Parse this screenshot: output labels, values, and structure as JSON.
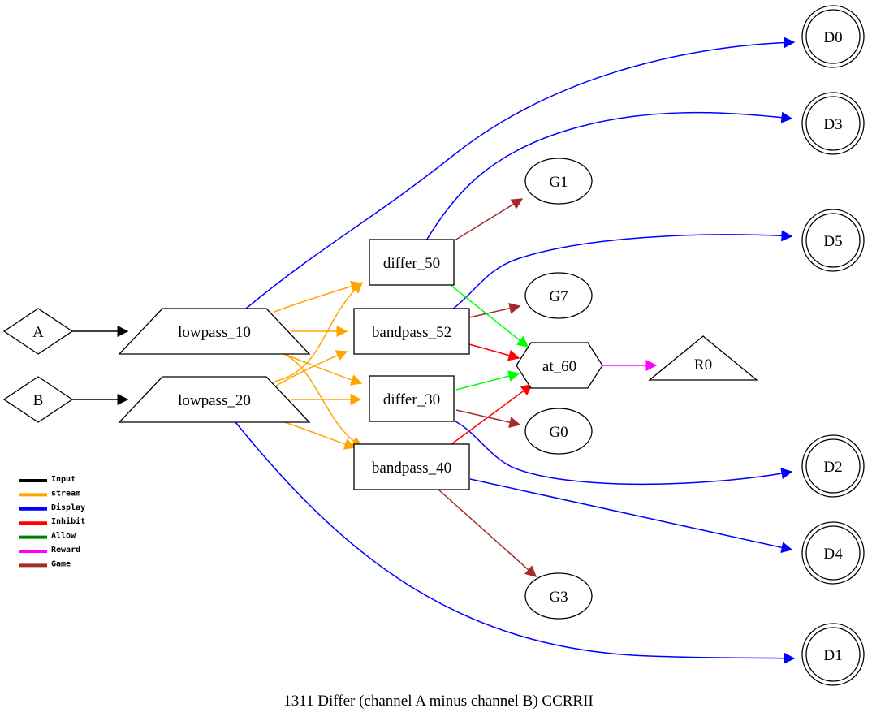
{
  "caption": "1311 Differ   (channel A minus channel B) CCRRII",
  "colors": {
    "input": "#000000",
    "stream": "#ffa500",
    "display": "#0000ff",
    "inhibit": "#ff0000",
    "allow": "#00ff00",
    "reward": "#ff00ff",
    "game": "#a52a2a"
  },
  "legend": [
    {
      "label": "Input",
      "color": "#000000"
    },
    {
      "label": "stream",
      "color": "#ffa500"
    },
    {
      "label": "Display",
      "color": "#0000ff"
    },
    {
      "label": "Inhibit",
      "color": "#ff0000"
    },
    {
      "label": "Allow",
      "color": "#008000"
    },
    {
      "label": "Reward",
      "color": "#ff00ff"
    },
    {
      "label": "Game",
      "color": "#a52a2a"
    }
  ],
  "nodes": {
    "A": {
      "label": "A",
      "shape": "diamond"
    },
    "B": {
      "label": "B",
      "shape": "diamond"
    },
    "lowpass_10": {
      "label": "lowpass_10",
      "shape": "trapezium"
    },
    "lowpass_20": {
      "label": "lowpass_20",
      "shape": "trapezium"
    },
    "differ_50": {
      "label": "differ_50",
      "shape": "box"
    },
    "bandpass_52": {
      "label": "bandpass_52",
      "shape": "box"
    },
    "differ_30": {
      "label": "differ_30",
      "shape": "box"
    },
    "bandpass_40": {
      "label": "bandpass_40",
      "shape": "box"
    },
    "at_60": {
      "label": "at_60",
      "shape": "hexagon"
    },
    "R0": {
      "label": "R0",
      "shape": "triangle"
    },
    "G1": {
      "label": "G1",
      "shape": "ellipse"
    },
    "G7": {
      "label": "G7",
      "shape": "ellipse"
    },
    "G0": {
      "label": "G0",
      "shape": "ellipse"
    },
    "G3": {
      "label": "G3",
      "shape": "ellipse"
    },
    "D0": {
      "label": "D0",
      "shape": "doublecircle"
    },
    "D3": {
      "label": "D3",
      "shape": "doublecircle"
    },
    "D5": {
      "label": "D5",
      "shape": "doublecircle"
    },
    "D2": {
      "label": "D2",
      "shape": "doublecircle"
    },
    "D4": {
      "label": "D4",
      "shape": "doublecircle"
    },
    "D1": {
      "label": "D1",
      "shape": "doublecircle"
    }
  },
  "edges": [
    {
      "from": "A",
      "to": "lowpass_10",
      "type": "input"
    },
    {
      "from": "B",
      "to": "lowpass_20",
      "type": "input"
    },
    {
      "from": "lowpass_10",
      "to": "differ_50",
      "type": "stream"
    },
    {
      "from": "lowpass_10",
      "to": "bandpass_52",
      "type": "stream"
    },
    {
      "from": "lowpass_10",
      "to": "differ_30",
      "type": "stream"
    },
    {
      "from": "lowpass_10",
      "to": "bandpass_40",
      "type": "stream"
    },
    {
      "from": "lowpass_20",
      "to": "differ_50",
      "type": "stream"
    },
    {
      "from": "lowpass_20",
      "to": "bandpass_52",
      "type": "stream"
    },
    {
      "from": "lowpass_20",
      "to": "differ_30",
      "type": "stream"
    },
    {
      "from": "lowpass_20",
      "to": "bandpass_40",
      "type": "stream"
    },
    {
      "from": "lowpass_10",
      "to": "D0",
      "type": "display"
    },
    {
      "from": "lowpass_20",
      "to": "D1",
      "type": "display"
    },
    {
      "from": "differ_50",
      "to": "D3",
      "type": "display"
    },
    {
      "from": "bandpass_52",
      "to": "D5",
      "type": "display"
    },
    {
      "from": "differ_30",
      "to": "D2",
      "type": "display"
    },
    {
      "from": "bandpass_40",
      "to": "D4",
      "type": "display"
    },
    {
      "from": "differ_50",
      "to": "G1",
      "type": "game"
    },
    {
      "from": "bandpass_52",
      "to": "G7",
      "type": "game"
    },
    {
      "from": "differ_30",
      "to": "G0",
      "type": "game"
    },
    {
      "from": "bandpass_40",
      "to": "G3",
      "type": "game"
    },
    {
      "from": "differ_50",
      "to": "at_60",
      "type": "allow"
    },
    {
      "from": "differ_30",
      "to": "at_60",
      "type": "allow"
    },
    {
      "from": "bandpass_52",
      "to": "at_60",
      "type": "inhibit"
    },
    {
      "from": "bandpass_40",
      "to": "at_60",
      "type": "inhibit"
    },
    {
      "from": "at_60",
      "to": "R0",
      "type": "reward"
    }
  ]
}
